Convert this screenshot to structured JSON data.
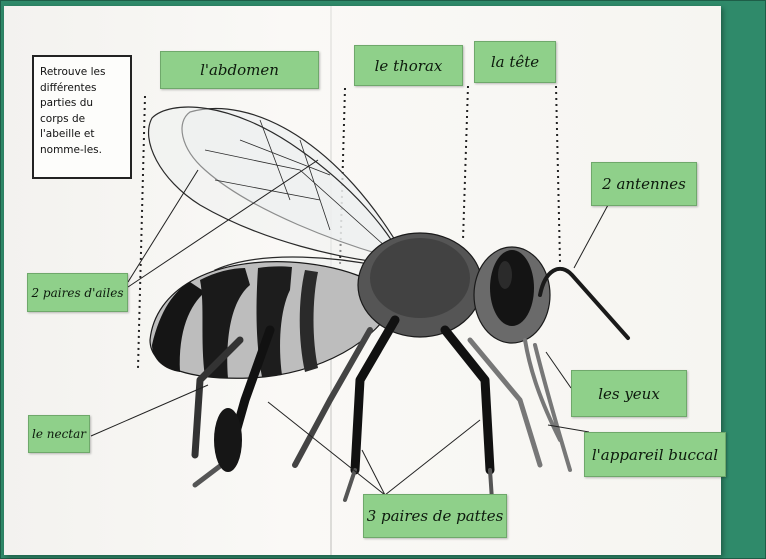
{
  "instructions": {
    "text": "Retrouve les\ndifférentes\nparties du\ncorps de\nl'abeille et\nnomme-les."
  },
  "labels": {
    "abdomen": "l'abdomen",
    "thorax": "le thorax",
    "head": "la tête",
    "antennae": "2 antennes",
    "wings": "2 paires d'ailes",
    "eyes": "les yeux",
    "nectar": "le nectar",
    "mouthparts": "l'appareil buccal",
    "legs": "3 paires de pattes"
  },
  "colors": {
    "board": "#2f8a6a",
    "label_green": "#8fd08a",
    "ink": "#111111"
  }
}
